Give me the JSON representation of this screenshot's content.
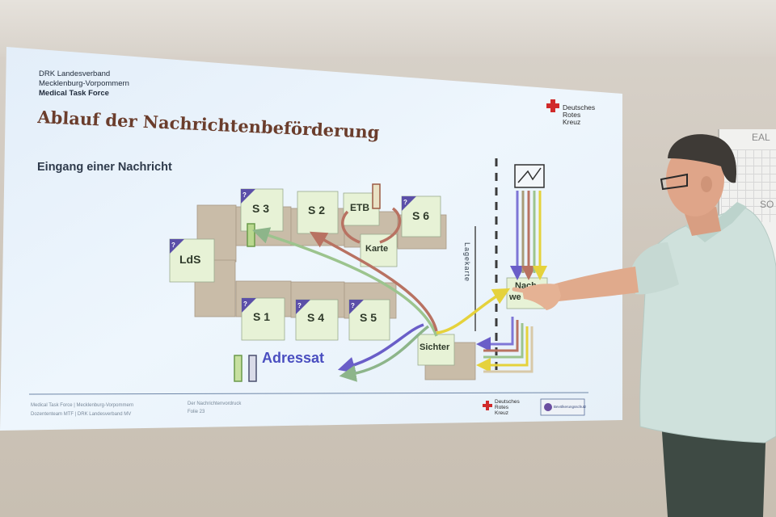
{
  "slide": {
    "org_line1": "DRK Landesverband",
    "org_line2": "Mecklenburg-Vorpommern",
    "org_line3": "Medical Task Force",
    "title": "Ablauf der Nachrichtenbeförderung",
    "subtitle": "Eingang einer Nachricht",
    "logo_line1": "Deutsches",
    "logo_line2": "Rotes",
    "logo_line3": "Kreuz",
    "lagekarte": "Lagekarte",
    "adressat": "Adressat",
    "sichter": "Sichter",
    "nachweis_1": "Nach",
    "nachweis_2": "we",
    "rooms": {
      "s3": "S 3",
      "s2": "S 2",
      "etb": "ETB",
      "s6": "S 6",
      "karte": "Karte",
      "lds": "LdS",
      "s1": "S 1",
      "s4": "S 4",
      "s5": "S 5"
    },
    "footer_left_1": "Medical Task Force | Mecklenburg-Vorpommern",
    "footer_left_2": "Dozententeam MTF | DRK Landesverband MV",
    "footer_mid_1": "Der Nachrichtenvordruck",
    "footer_mid_2": "Folie 23",
    "footer_logo_1": "Deutsches",
    "footer_logo_2": "Rotes",
    "footer_logo_3": "Kreuz",
    "footer_badge": "Bevölkerungsschutz"
  },
  "whiteboard": {
    "text_1": "EAL",
    "text_2": "SO"
  },
  "colors": {
    "slide_bg": "#eaf3fb",
    "title": "#6b3d2c",
    "room_note": "#e7f2d6",
    "desk": "#c9bca8",
    "drk_red": "#d02a2a",
    "adressat": "#4a4ec0",
    "shirt": "#cfe1dc"
  }
}
